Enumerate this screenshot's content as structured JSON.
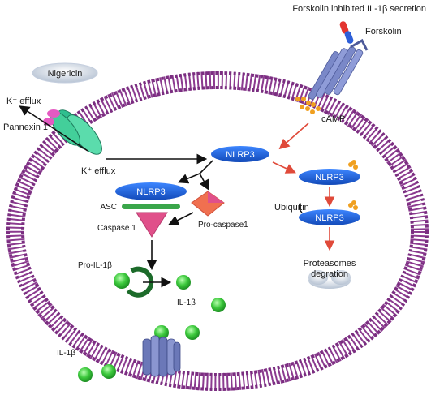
{
  "title": "Forskolin inhibited IL-1β secretion",
  "labels": {
    "forskolin": "Forskolin",
    "camp": "cAMP",
    "nigericin": "Nigericin",
    "k_efflux_top": "K⁺ efflux",
    "pannexin": "Pannexin 1",
    "k_efflux_mid": "K⁺ efflux",
    "asc": "ASC",
    "caspase1": "Caspase 1",
    "pro_caspase1": "Pro-caspase1",
    "ubiquitin": "Ubiquitin",
    "proteasome_line1": "Proteasomes",
    "proteasome_line2": "degration",
    "pro_il1b": "Pro-IL-1β",
    "il1b_inner": "IL-1β",
    "il1b_outer": "IL-1β"
  },
  "nlrp3": {
    "top": "NLRP3",
    "left": "NLRP3",
    "right_upper": "NLRP3",
    "right_lower": "NLRP3"
  },
  "colors": {
    "membrane": "#8b3a8f",
    "nlrp3_fill": "#1f5fd8",
    "black_arrow": "#111111",
    "red_arrow": "#e04a3a",
    "camp_dot": "#f0a020",
    "il1b_green": "#3cc83c",
    "asc_green": "#3aa64a",
    "caspase_pink": "#e0508a",
    "pro_caspase_orange": "#f07050",
    "receptor_blue": "#7a88c8"
  }
}
